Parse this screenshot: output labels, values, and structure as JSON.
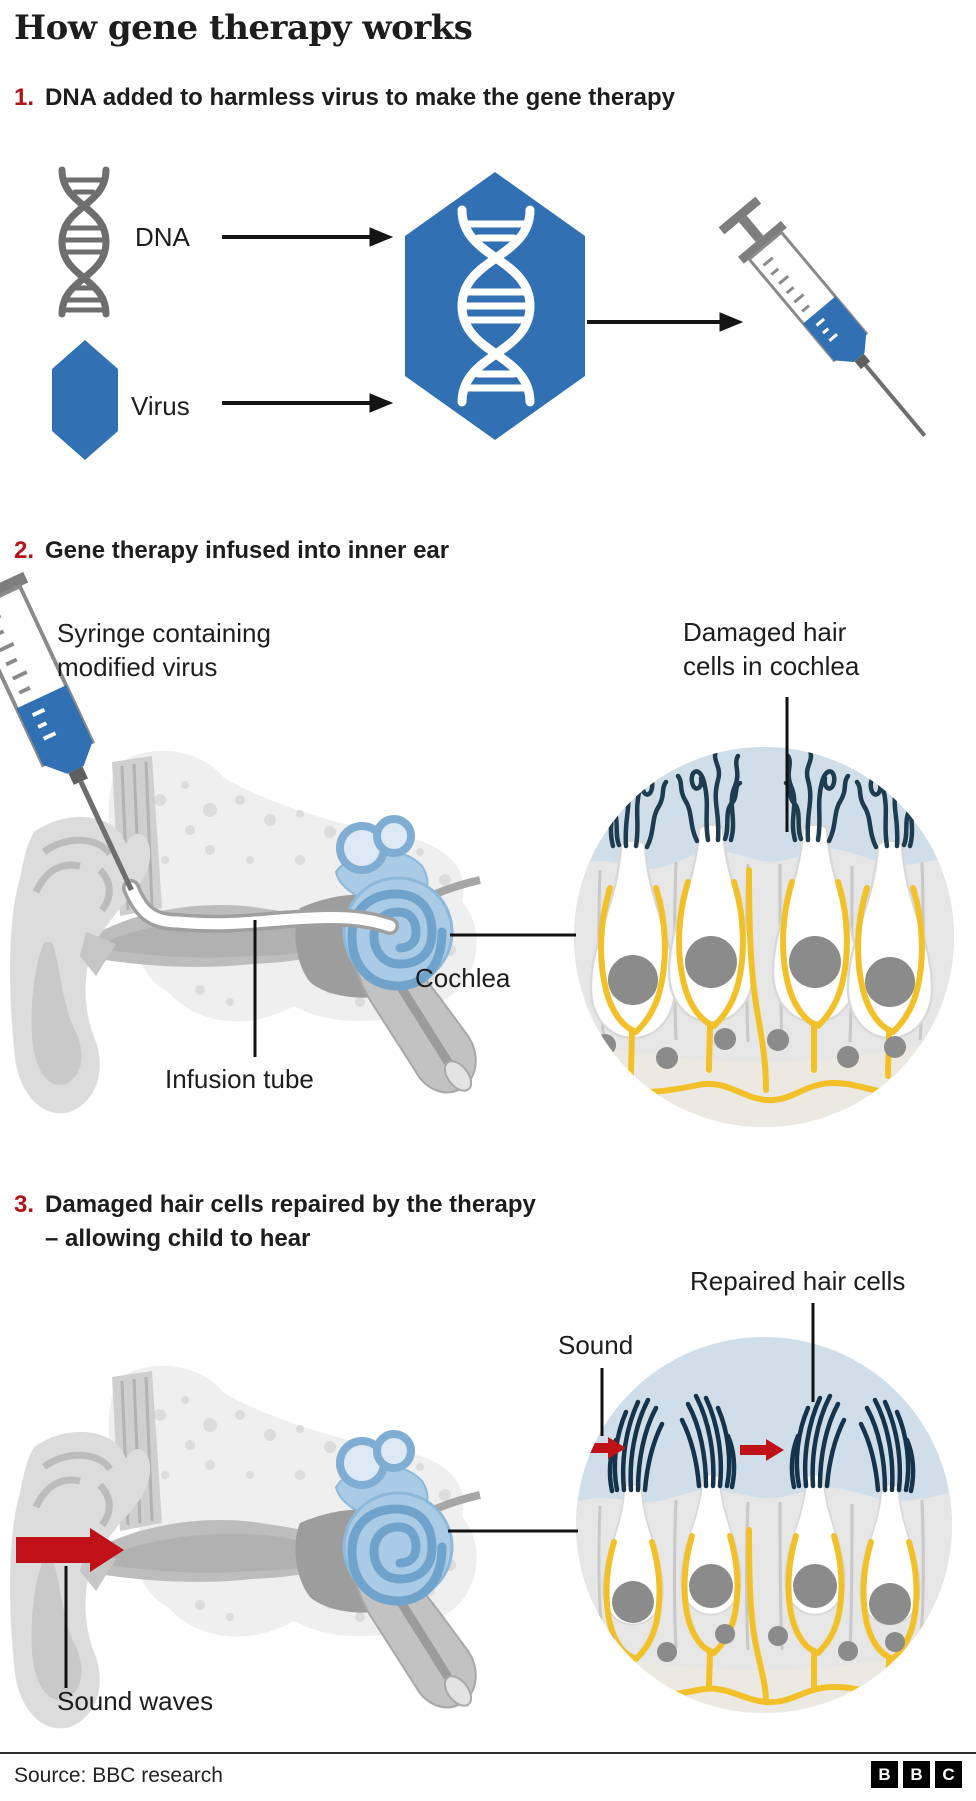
{
  "title": "How gene therapy works",
  "steps": [
    {
      "number": "1.",
      "heading": "DNA added to harmless virus to make the gene therapy",
      "labels": {
        "dna": "DNA",
        "virus": "Virus"
      }
    },
    {
      "number": "2.",
      "heading": "Gene therapy infused into inner ear",
      "labels": {
        "syringe": "Syringe containing modified virus",
        "damaged_cells": "Damaged hair cells in cochlea",
        "cochlea": "Cochlea",
        "infusion_tube": "Infusion tube"
      }
    },
    {
      "number": "3.",
      "heading": "Damaged hair cells repaired by the therapy",
      "heading_line2": "–  allowing child to hear",
      "labels": {
        "repaired_cells": "Repaired hair cells",
        "sound": "Sound",
        "sound_waves": "Sound waves"
      }
    }
  ],
  "footer": {
    "source": "Source: BBC research",
    "logo_letters": [
      "B",
      "B",
      "C"
    ]
  },
  "icons": [
    "dna-icon",
    "virus-icon",
    "combined-virus-dna-icon",
    "arrow-right-icon",
    "syringe-icon",
    "ear-anatomy-icon",
    "cochlea-icon",
    "infusion-tube-icon",
    "damaged-hair-cells-inset",
    "repaired-hair-cells-inset",
    "sound-arrow-icon",
    "bbc-logo"
  ],
  "colors": {
    "accent_blue": "#3070b3",
    "inset_fluid_blue": "#cfdee9",
    "cochlea_blue": "#a9cbe5",
    "nerve_yellow": "#f2c12a",
    "hair_cell_dark": "#1d3c50",
    "step_number_red": "#b5121a",
    "sound_arrow_red": "#bf1117",
    "bone_gray": "#efefef",
    "text": "#1d1d1d"
  }
}
